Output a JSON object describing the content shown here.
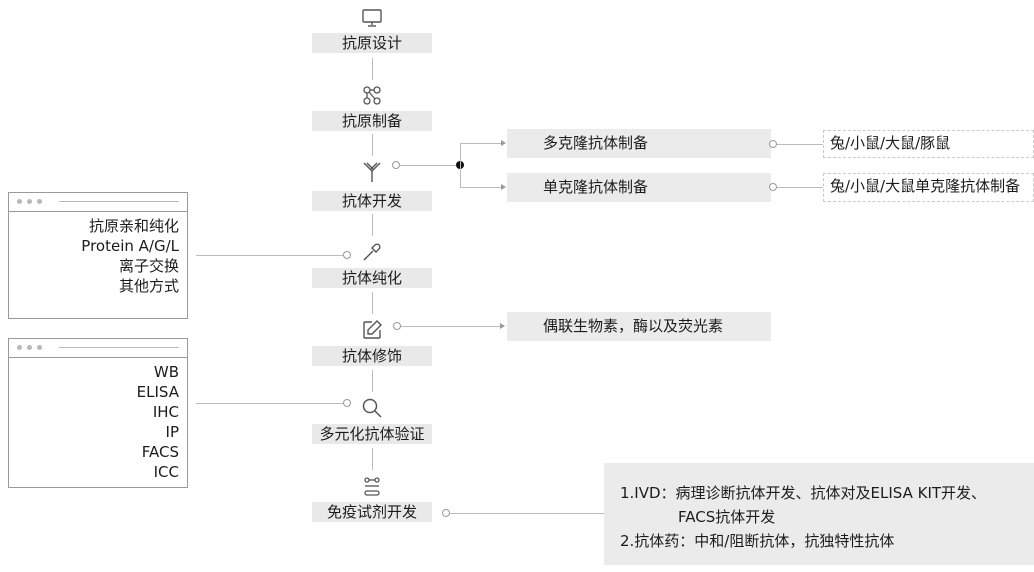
{
  "steps": [
    {
      "label": "抗原设计",
      "icon": "monitor-icon"
    },
    {
      "label": "抗原制备",
      "icon": "molecule-icon"
    },
    {
      "label": "抗体开发",
      "icon": "antibody-icon"
    },
    {
      "label": "抗体纯化",
      "icon": "pipette-icon"
    },
    {
      "label": "抗体修饰",
      "icon": "edit-icon"
    },
    {
      "label": "多元化抗体验证",
      "icon": "search-icon"
    },
    {
      "label": "免疫试剂开发",
      "icon": "reagent-icon"
    }
  ],
  "antibody_branches": {
    "polyclonal": "多克隆抗体制备",
    "polyclonal_species": "兔/小鼠/大鼠/豚鼠",
    "monoclonal": "单克隆抗体制备",
    "monoclonal_species": "兔/小鼠/大鼠单克隆抗体制备"
  },
  "purification_methods": [
    "抗原亲和纯化",
    "Protein A/G/L",
    "离子交换",
    "其他方式"
  ],
  "modification": "偶联生物素，酶以及荧光素",
  "validation_methods": [
    "WB",
    "ELISA",
    "IHC",
    "IP",
    "FACS",
    "ICC"
  ],
  "reagent_dev": {
    "line1": "1.IVD：病理诊断抗体开发、抗体对及ELISA KIT开发、",
    "line2": "FACS抗体开发",
    "line3": "2.抗体药：中和/阻断抗体，抗独特性抗体"
  }
}
